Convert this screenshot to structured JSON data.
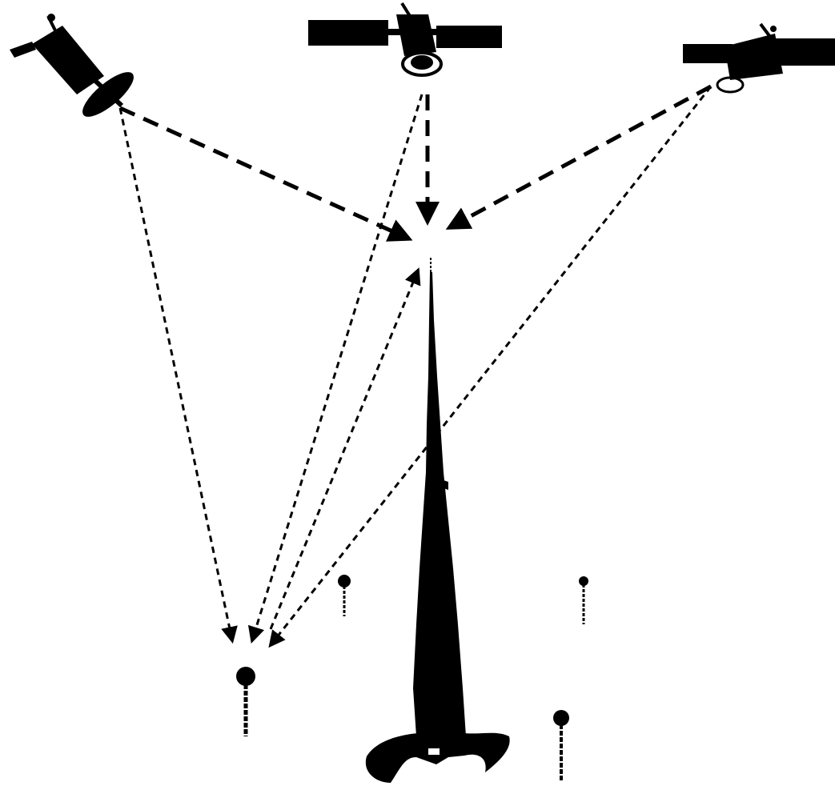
{
  "diagram": {
    "type": "satellite-positioning-illustration",
    "colors": {
      "background": "#ffffff",
      "ink": "#000000"
    },
    "satellites": [
      {
        "id": "sat-left",
        "icon": "satellite-with-dish-icon"
      },
      {
        "id": "sat-center",
        "icon": "satellite-with-solar-panels-icon"
      },
      {
        "id": "sat-right",
        "icon": "satellite-with-solar-panels-icon"
      }
    ],
    "receivers": [
      {
        "id": "receiver-a",
        "icon": "ground-receiver-pin-icon"
      },
      {
        "id": "receiver-b",
        "icon": "ground-receiver-pin-icon"
      },
      {
        "id": "receiver-c",
        "icon": "ground-receiver-pin-icon"
      },
      {
        "id": "receiver-d",
        "icon": "ground-receiver-pin-icon"
      }
    ],
    "tower": {
      "icon": "skyscraper-tower-icon"
    },
    "signal_styles": [
      "heavy-dashed-to-tower-top",
      "fine-dashed-to-ground-receiver"
    ]
  }
}
